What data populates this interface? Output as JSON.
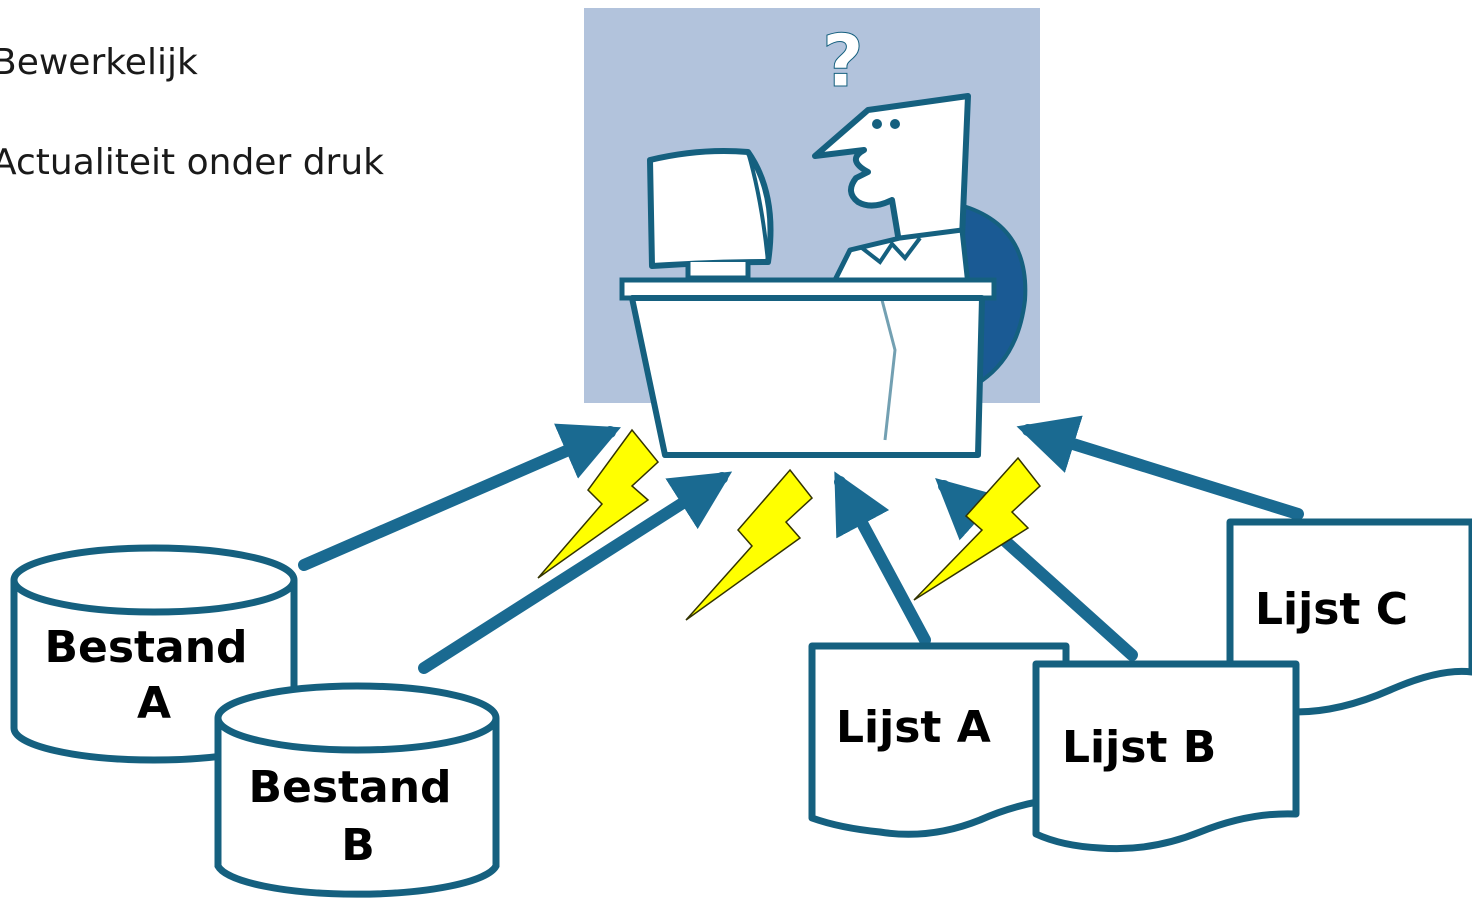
{
  "bullets": [
    "Bewerkelijk",
    "Actualiteit onder druk"
  ],
  "illustration": {
    "question_mark": "?"
  },
  "databases": [
    {
      "line1": "Bestand",
      "line2": "A"
    },
    {
      "line1": "Bestand",
      "line2": "B"
    }
  ],
  "lists": [
    {
      "label": "Lijst A"
    },
    {
      "label": "Lijst B"
    },
    {
      "label": "Lijst C"
    }
  ],
  "colors": {
    "arrow": "#1a6a91",
    "stroke": "#15607f",
    "clipart_bg": "#b2c3dc",
    "lightning": "#ffff00",
    "chair": "#1a5a94"
  }
}
